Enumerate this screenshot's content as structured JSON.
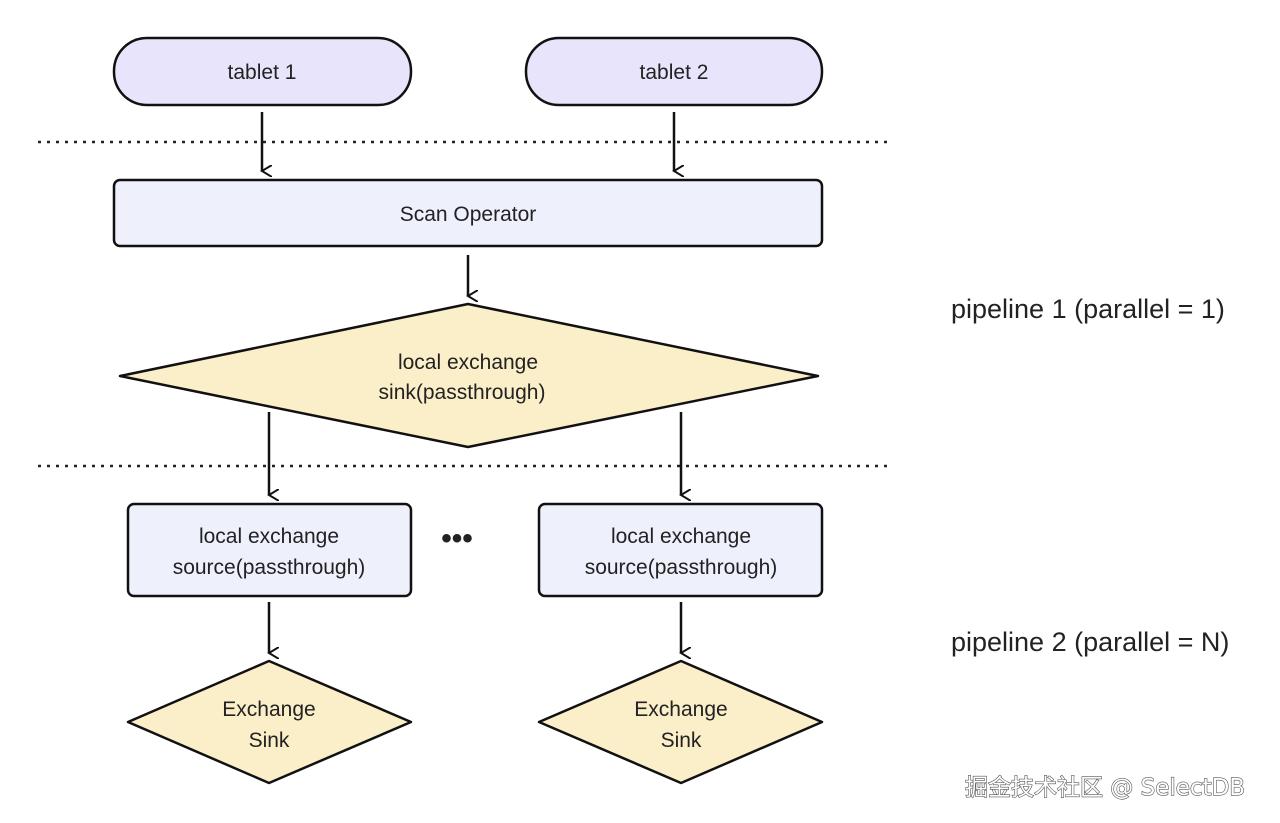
{
  "colors": {
    "tablet_fill": "#e8e4fb",
    "operator_fill": "#eef1fb",
    "exchange_fill": "#fbefc9",
    "stroke": "#111111",
    "text": "#222222"
  },
  "nodes": {
    "tablet_1": "tablet 1",
    "tablet_2": "tablet 2",
    "scan_operator": "Scan Operator",
    "sink_passthrough": [
      "local exchange",
      "sink(passthrough)"
    ],
    "source_passthrough_1": [
      "local exchange",
      "source(passthrough)"
    ],
    "source_passthrough_2": [
      "local exchange",
      "source(passthrough)"
    ],
    "exchange_sink_1": [
      "Exchange",
      "Sink"
    ],
    "exchange_sink_2": [
      "Exchange",
      "Sink"
    ],
    "ellipsis": "•••"
  },
  "labels": {
    "pipeline_1": "pipeline 1 (parallel = 1)",
    "pipeline_2": "pipeline 2 (parallel = N)"
  },
  "watermark": "掘金技术社区 @ SelectDB"
}
